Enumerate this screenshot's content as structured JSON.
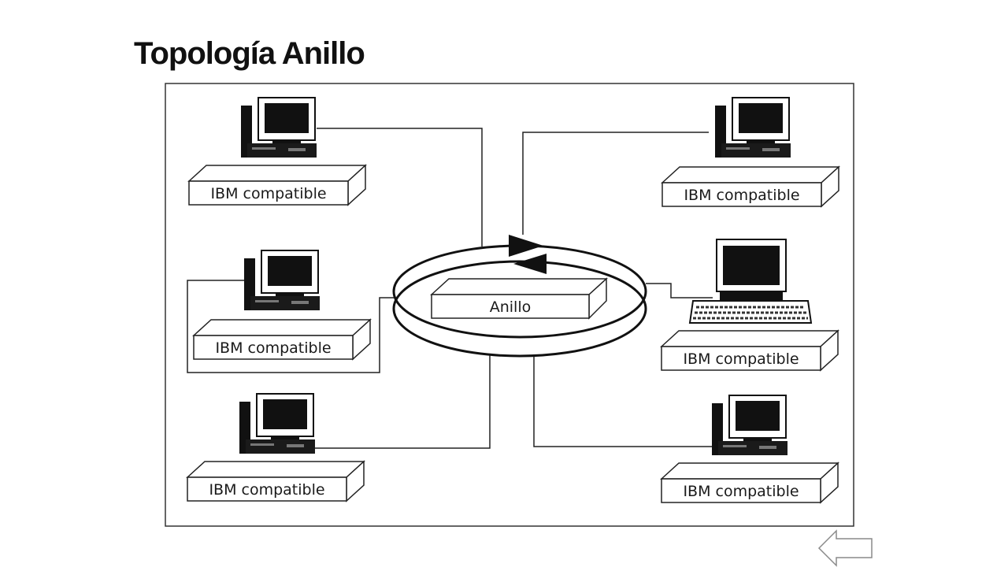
{
  "slide": {
    "title": "Topología Anillo"
  },
  "diagram": {
    "center_label": "Anillo",
    "nodes": [
      {
        "label": "IBM compatible",
        "side": "left",
        "row": "top"
      },
      {
        "label": "IBM compatible",
        "side": "left",
        "row": "middle"
      },
      {
        "label": "IBM compatible",
        "side": "left",
        "row": "bottom"
      },
      {
        "label": "IBM compatible",
        "side": "right",
        "row": "top"
      },
      {
        "label": "IBM compatible",
        "side": "right",
        "row": "middle"
      },
      {
        "label": "IBM compatible",
        "side": "right",
        "row": "bottom"
      }
    ]
  },
  "navigation": {
    "back_icon": "left-arrow-icon"
  }
}
